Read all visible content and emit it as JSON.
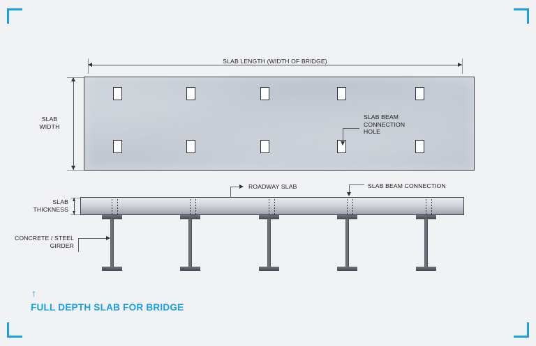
{
  "figure": {
    "caption": "FULL DEPTH SLAB FOR BRIDGE",
    "caption_arrow_icon": "up-arrow-icon",
    "accent_color": "#18a0e8",
    "background_color": "#f1f2f3",
    "slab_fill_color": "#c3c9d3",
    "girder_color": "#5a5e66",
    "outline_color": "#3c3f45"
  },
  "plan_view": {
    "dimension_top": "SLAB LENGTH (WIDTH OF BRIDGE)",
    "dimension_left": "SLAB\nWIDTH",
    "callout": "SLAB BEAM\nCONNECTION\nHOLE",
    "hole_rows": 2,
    "hole_columns": 5,
    "hole_x_positions": [
      167,
      272,
      378,
      488,
      600
    ],
    "hole_y_positions": [
      130,
      206
    ]
  },
  "elevation_view": {
    "dimension_left": "SLAB\nTHICKNESS",
    "callout_slab": "ROADWAY SLAB",
    "callout_connection": "SLAB BEAM CONNECTION",
    "callout_girder": "CONCRETE / STEEL\nGIRDER",
    "girder_count": 5,
    "girder_x_positions": [
      160,
      272,
      385,
      497,
      610
    ]
  },
  "corners": {
    "top_left": "corner-bracket",
    "top_right": "corner-bracket",
    "bottom_left": "corner-bracket",
    "bottom_right": "corner-bracket"
  }
}
